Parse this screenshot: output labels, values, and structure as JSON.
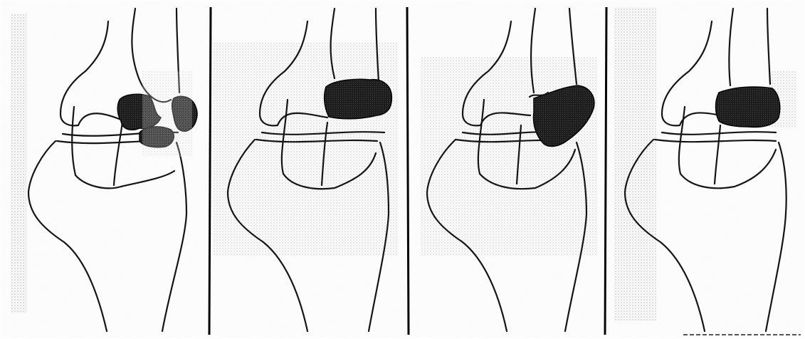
{
  "figure": {
    "panel_count": 4,
    "colors": {
      "ink": "#111111",
      "lesion": "#1a1a1a",
      "shading": "#9a9a9a",
      "paper": "#fdfdfd"
    },
    "panels": [
      {
        "id": "panel-1",
        "lesion_pattern": "fragmented"
      },
      {
        "id": "panel-2",
        "lesion_pattern": "band"
      },
      {
        "id": "panel-3",
        "lesion_pattern": "displaced-fragment"
      },
      {
        "id": "panel-4",
        "lesion_pattern": "solid-band"
      }
    ]
  }
}
